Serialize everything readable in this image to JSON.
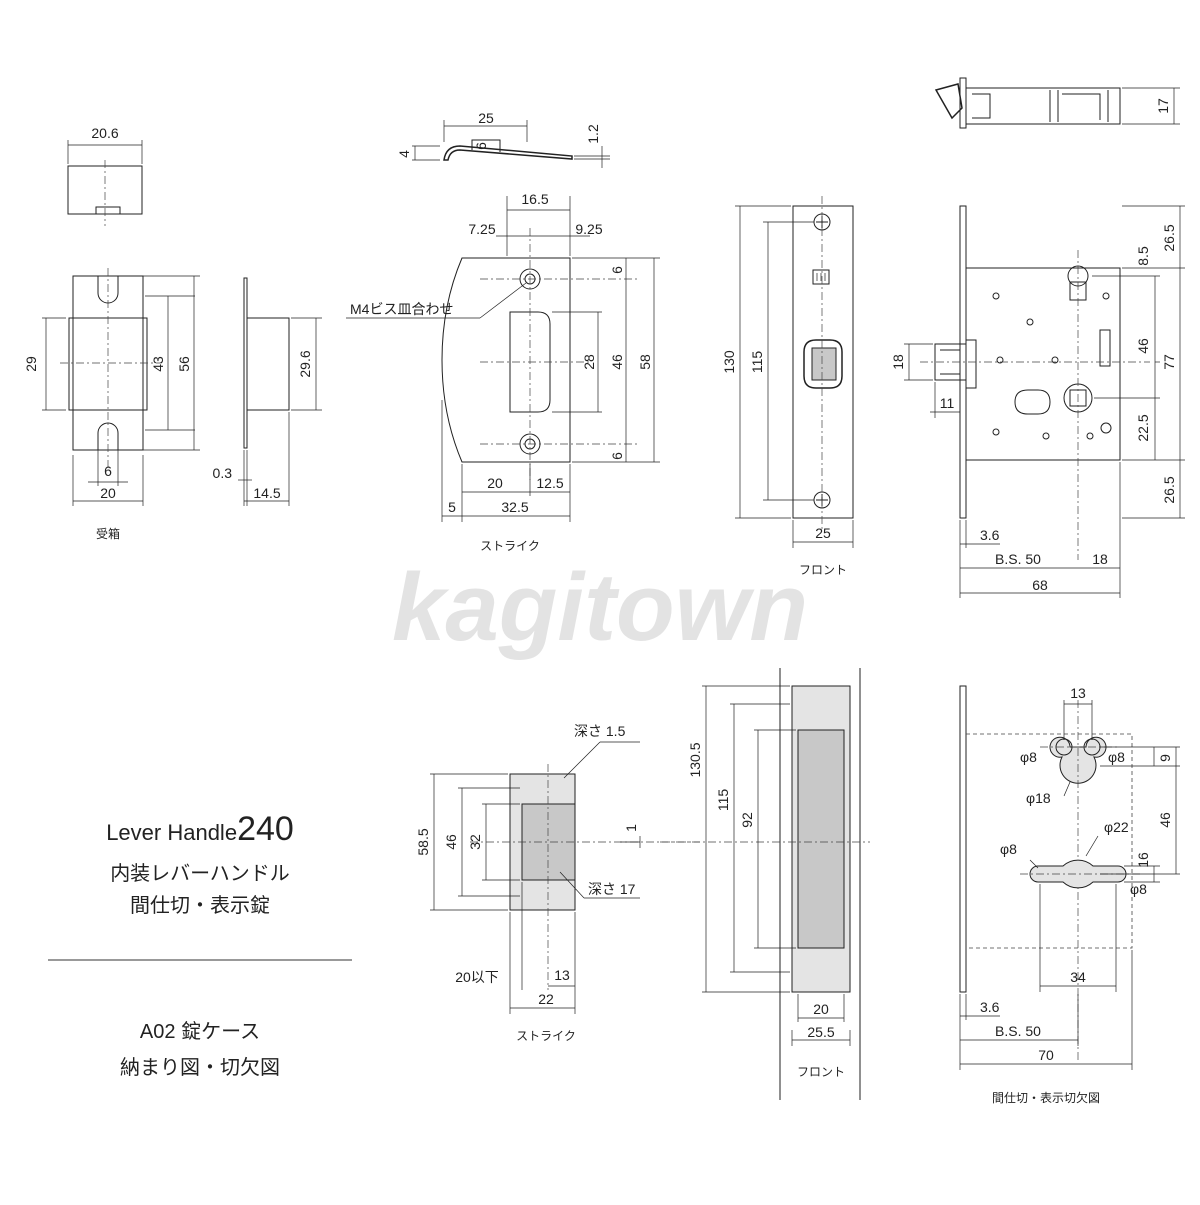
{
  "watermark": "kagitown",
  "title": {
    "line1_text": "Lever Handle",
    "line1_number": "240",
    "line2": "内装レバーハンドル",
    "line3": "間仕切・表示錠",
    "line4": "A02 錠ケース",
    "line5": "納まり図・切欠図"
  },
  "captions": {
    "receiver": "受箱",
    "strike_top": "ストライク",
    "front_top": "フロント",
    "strike_bottom": "ストライク",
    "front_bottom": "フロント",
    "cutout": "間仕切・表示切欠図"
  },
  "notes": {
    "screw": "M4ビス皿合わせ",
    "depth_1": "深さ 1.5",
    "depth_2": "深さ 17",
    "under20": "20以下"
  },
  "dims": {
    "rb_w": "20.6",
    "rb_h29": "29",
    "rb_h43": "43",
    "rb_h56": "56",
    "rb_b6": "6",
    "rb_b20": "20",
    "rb_side": "29.6",
    "rb_t": "0.3",
    "rb_d": "14.5",
    "st_25": "25",
    "st_4": "4",
    "st_6": "6",
    "st_12": "1.2",
    "st_165": "16.5",
    "st_725": "7.25",
    "st_925": "9.25",
    "st_6a": "6",
    "st_28": "28",
    "st_46": "46",
    "st_58": "58",
    "st_6b": "6",
    "st_20": "20",
    "st_125": "12.5",
    "st_5": "5",
    "st_325": "32.5",
    "fr_130": "130",
    "fr_115": "115",
    "fr_25": "25",
    "lc_17": "17",
    "lc_265a": "26.5",
    "lc_85": "8.5",
    "lc_46": "46",
    "lc_77": "77",
    "lc_225": "22.5",
    "lc_265b": "26.5",
    "lc_18": "18",
    "lc_11": "11",
    "lc_36": "3.6",
    "lc_bs": "B.S. 50",
    "lc_18b": "18",
    "lc_68": "68",
    "bs_585": "58.5",
    "bs_46": "46",
    "bs_32": "32",
    "bs_1": "1",
    "bs_13": "13",
    "bs_22": "22",
    "bf_1305": "130.5",
    "bf_115": "115",
    "bf_92": "92",
    "bf_20": "20",
    "bf_255": "25.5",
    "ct_13": "13",
    "ct_p8a": "φ8",
    "ct_p8b": "φ8",
    "ct_p18": "φ18",
    "ct_9": "9",
    "ct_46": "46",
    "ct_p22": "φ22",
    "ct_p8c": "φ8",
    "ct_16": "16",
    "ct_p8d": "φ8",
    "ct_34": "34",
    "ct_36": "3.6",
    "ct_bs": "B.S. 50",
    "ct_70": "70"
  }
}
